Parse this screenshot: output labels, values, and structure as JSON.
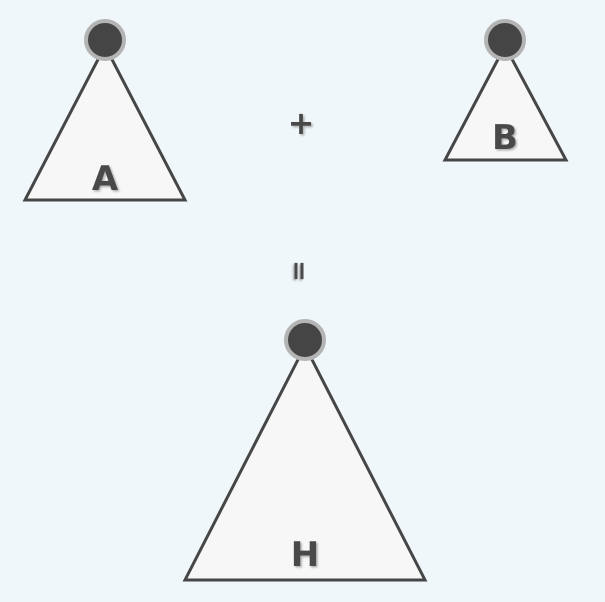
{
  "trees": {
    "a": {
      "label": "A"
    },
    "b": {
      "label": "B"
    },
    "h": {
      "label": "H"
    }
  },
  "operators": {
    "plus": "+",
    "equals": "="
  },
  "colors": {
    "background": "#f0f7fb",
    "triangle_fill": "#f7f7f7",
    "outline": "#464646",
    "root_node": "#454545",
    "root_ring": "#b4b4b4"
  }
}
